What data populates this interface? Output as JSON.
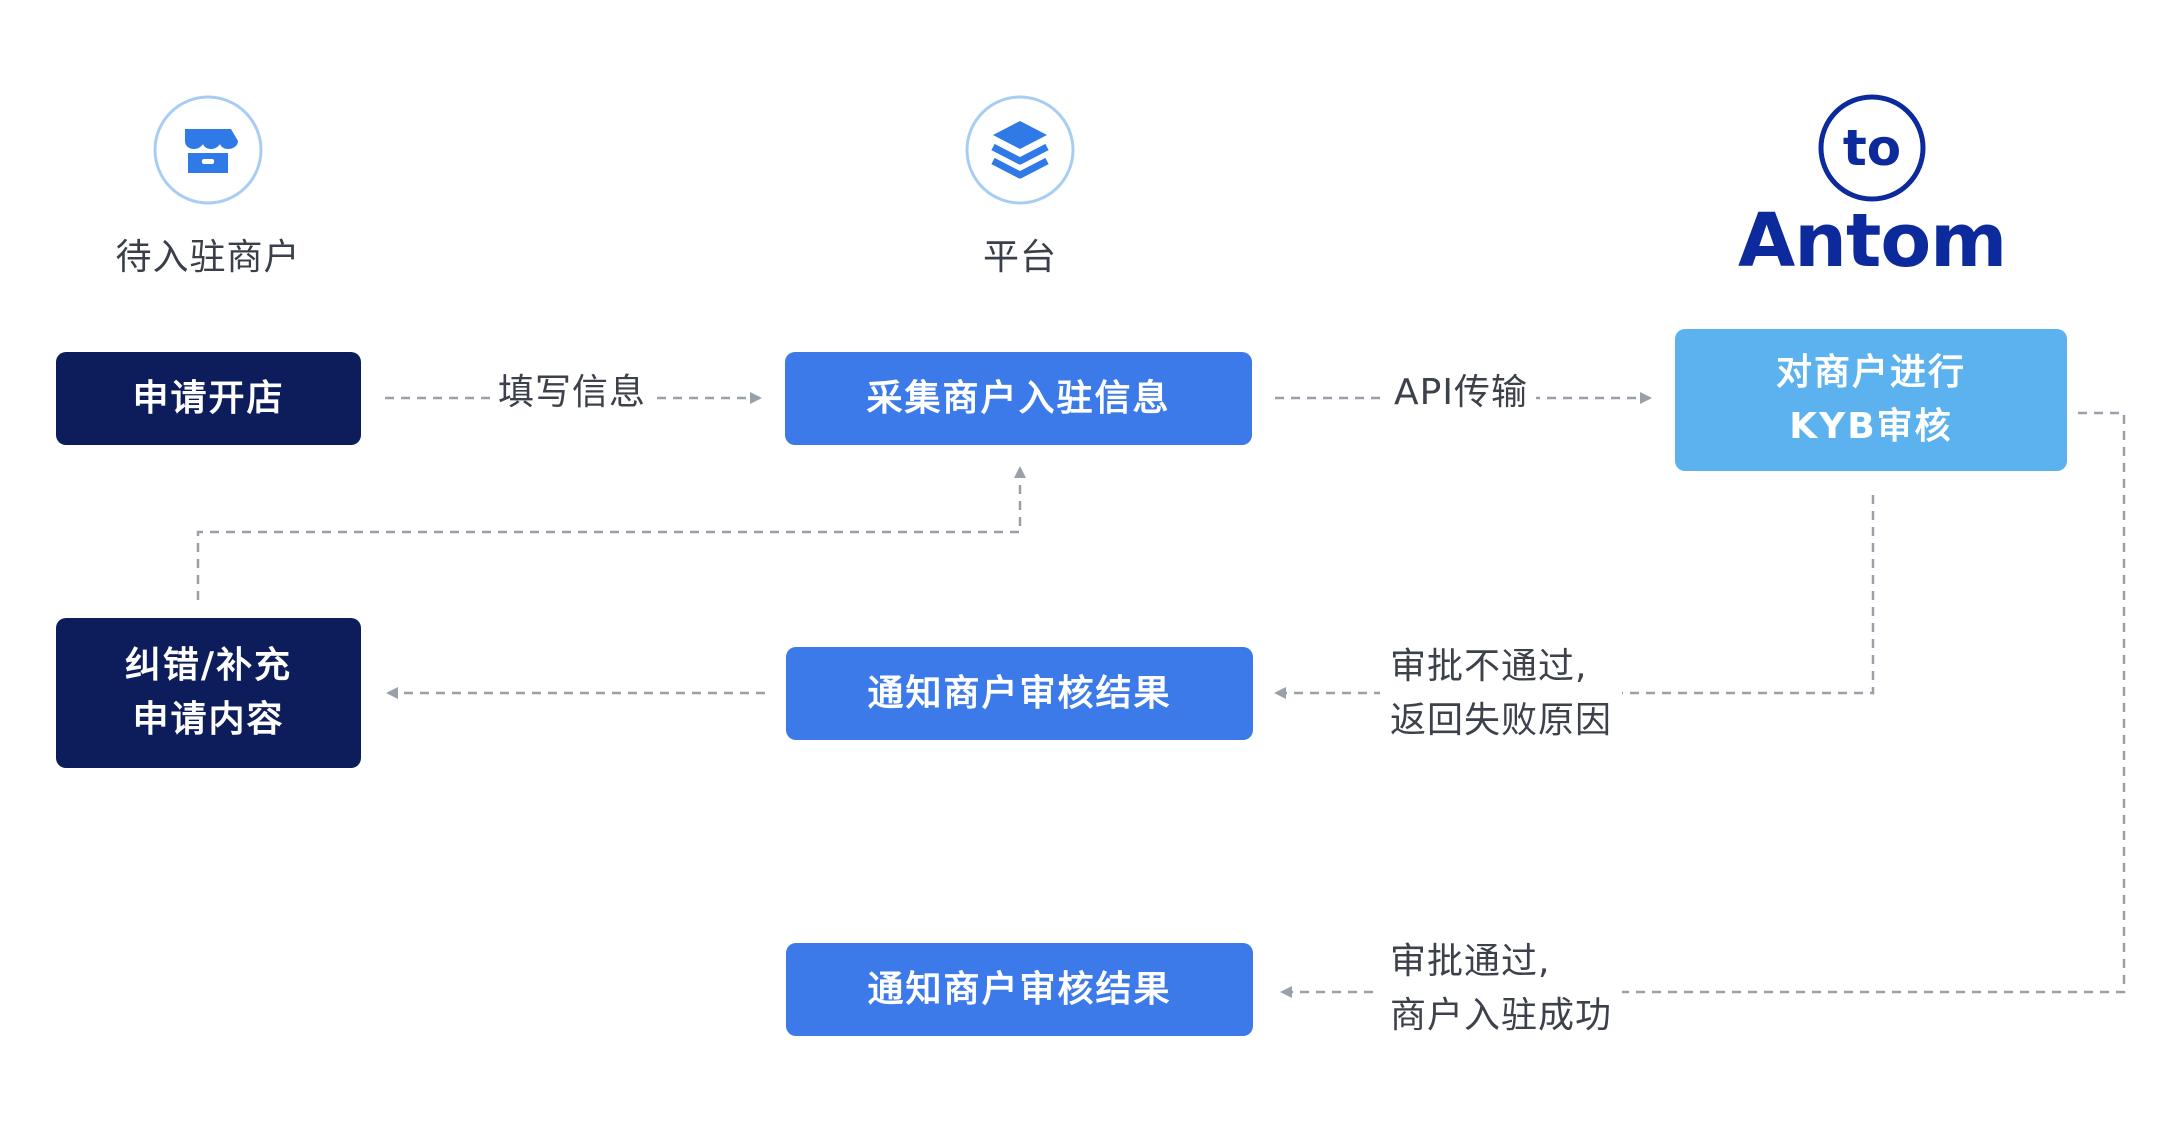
{
  "columns": {
    "merchant": {
      "title": "待入驻商户",
      "icon": "store-icon"
    },
    "platform": {
      "title": "平台",
      "icon": "layers-icon"
    },
    "antom": {
      "brand": "Antom",
      "icon_text": "to",
      "icon": "antom-logo-icon"
    }
  },
  "nodes": {
    "apply_store": "申请开店",
    "collect_info": "采集商户入驻信息",
    "kyb_review": "对商户进行\nKYB审核",
    "correct_supplement": "纠错/补充\n申请内容",
    "notify_result_reject": "通知商户审核结果",
    "notify_result_pass": "通知商户审核结果"
  },
  "edges": {
    "fill_info": "填写信息",
    "api_transfer": "API传输",
    "reject": "审批不通过,\n返回失败原因",
    "pass": "审批通过,\n商户入驻成功"
  },
  "colors": {
    "navy": "#0d1d5c",
    "blue": "#3b7ae8",
    "light_blue": "#5cb2ef",
    "brand": "#0c2a9c",
    "connector": "#9aa0aa"
  }
}
